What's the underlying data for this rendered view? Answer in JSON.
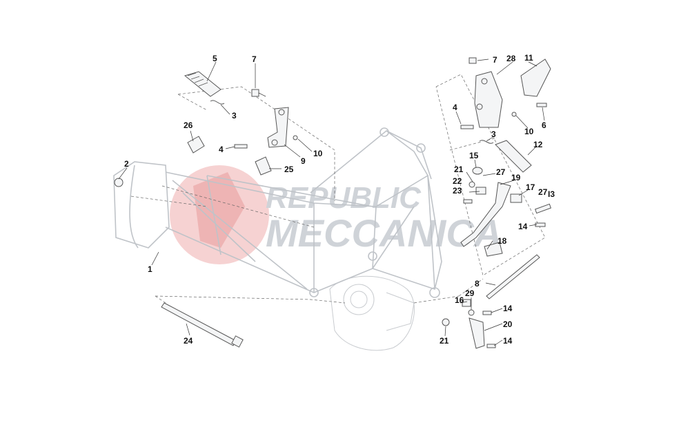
{
  "watermark": {
    "line1": "REPUBLIC",
    "line2": "MECCANICA"
  },
  "callouts": [
    {
      "id": "c5",
      "text": "5"
    },
    {
      "id": "c7a",
      "text": "7"
    },
    {
      "id": "c3a",
      "text": "3"
    },
    {
      "id": "c26",
      "text": "26"
    },
    {
      "id": "c2",
      "text": "2"
    },
    {
      "id": "c4a",
      "text": "4"
    },
    {
      "id": "c9",
      "text": "9"
    },
    {
      "id": "c10a",
      "text": "10"
    },
    {
      "id": "c25",
      "text": "25"
    },
    {
      "id": "c1",
      "text": "1"
    },
    {
      "id": "c24",
      "text": "24"
    },
    {
      "id": "c7b",
      "text": "7"
    },
    {
      "id": "c28",
      "text": "28"
    },
    {
      "id": "c11",
      "text": "11"
    },
    {
      "id": "c4b",
      "text": "4"
    },
    {
      "id": "c3b",
      "text": "3"
    },
    {
      "id": "c10b",
      "text": "10"
    },
    {
      "id": "c6",
      "text": "6"
    },
    {
      "id": "c12",
      "text": "12"
    },
    {
      "id": "c15",
      "text": "15"
    },
    {
      "id": "c21a",
      "text": "21"
    },
    {
      "id": "c27a",
      "text": "27"
    },
    {
      "id": "c22",
      "text": "22"
    },
    {
      "id": "c19",
      "text": "19"
    },
    {
      "id": "c23",
      "text": "23"
    },
    {
      "id": "c17",
      "text": "17"
    },
    {
      "id": "c27b",
      "text": "27"
    },
    {
      "id": "c13",
      "text": "I3"
    },
    {
      "id": "c14a",
      "text": "14"
    },
    {
      "id": "c18",
      "text": "18"
    },
    {
      "id": "c8",
      "text": "8"
    },
    {
      "id": "c29",
      "text": "29"
    },
    {
      "id": "c16",
      "text": "16"
    },
    {
      "id": "c14b",
      "text": "14"
    },
    {
      "id": "c20",
      "text": "20"
    },
    {
      "id": "c21b",
      "text": "21"
    },
    {
      "id": "c14c",
      "text": "14"
    }
  ]
}
